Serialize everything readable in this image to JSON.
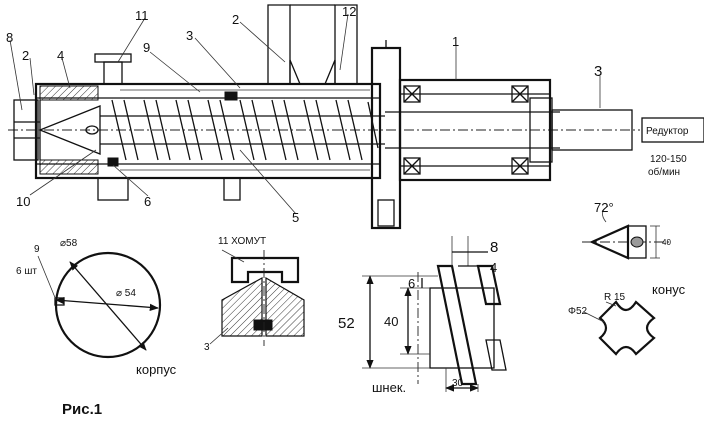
{
  "figure_caption": "Рис.1",
  "main_view": {
    "callouts": [
      "8",
      "2",
      "4",
      "11",
      "9",
      "3",
      "2",
      "12",
      "1",
      "3",
      "10",
      "6",
      "5"
    ],
    "drive_label": "Редуктор",
    "speed_value": "120-150",
    "speed_unit": "об/мин"
  },
  "housing_section": {
    "callout": "9",
    "quantity": "6 шт",
    "outer_diameter": "⌀58",
    "inner_diameter": "⌀ 54",
    "caption": "корпус"
  },
  "clamp_detail": {
    "label_top": "11 ХОМУТ",
    "label_part": "3"
  },
  "screw_detail": {
    "dim_pitch": "8",
    "dim_flight": "4",
    "dim_depth": "6",
    "dim_outer": "52",
    "dim_root": "40",
    "dim_length": "30",
    "caption": "шнек."
  },
  "cone_detail": {
    "angle": "72°",
    "dim_height": "40",
    "caption": "конус",
    "radius": "R 15",
    "diameter": "Φ52"
  }
}
